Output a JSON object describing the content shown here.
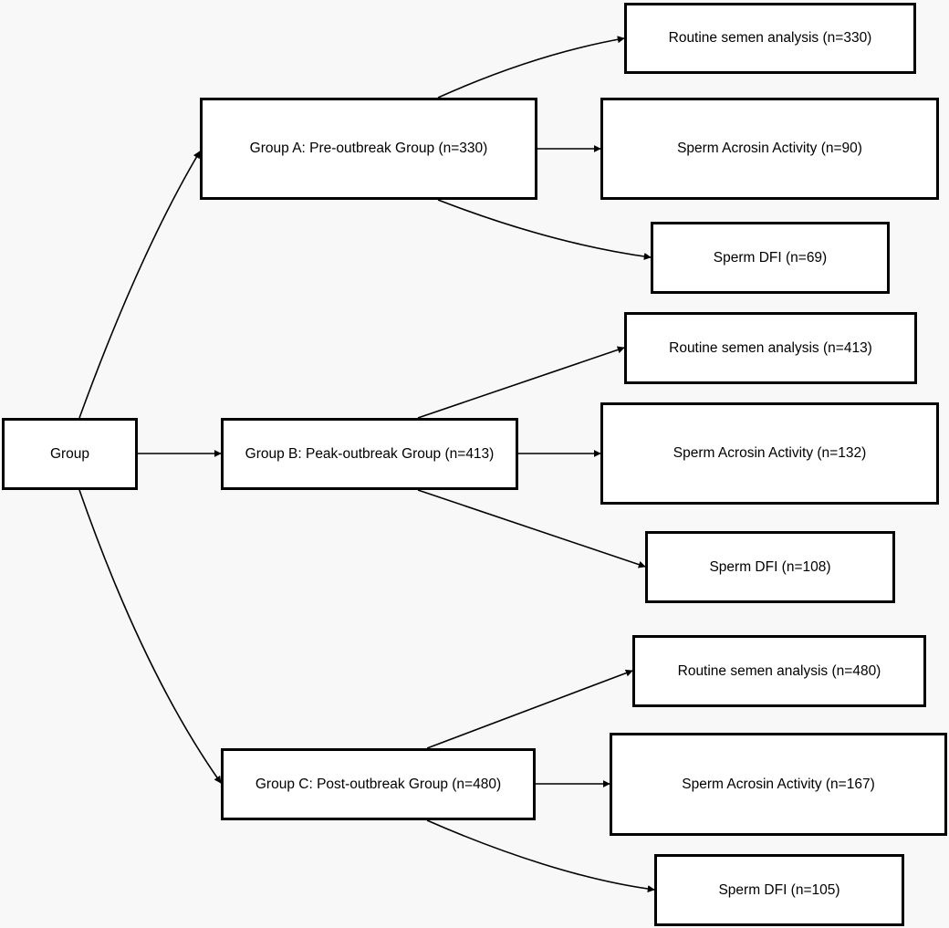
{
  "root": {
    "label": "Group"
  },
  "groups": [
    {
      "label": "Group A: Pre-outbreak Group (n=330)",
      "children": [
        "Routine semen analysis (n=330)",
        "Sperm Acrosin Activity (n=90)",
        "Sperm DFI (n=69)"
      ]
    },
    {
      "label": "Group B: Peak-outbreak Group (n=413)",
      "children": [
        "Routine semen analysis (n=413)",
        "Sperm Acrosin Activity (n=132)",
        "Sperm DFI (n=108)"
      ]
    },
    {
      "label": "Group C: Post-outbreak Group (n=480)",
      "children": [
        "Routine semen analysis (n=480)",
        "Sperm Acrosin Activity (n=167)",
        "Sperm DFI (n=105)"
      ]
    }
  ]
}
